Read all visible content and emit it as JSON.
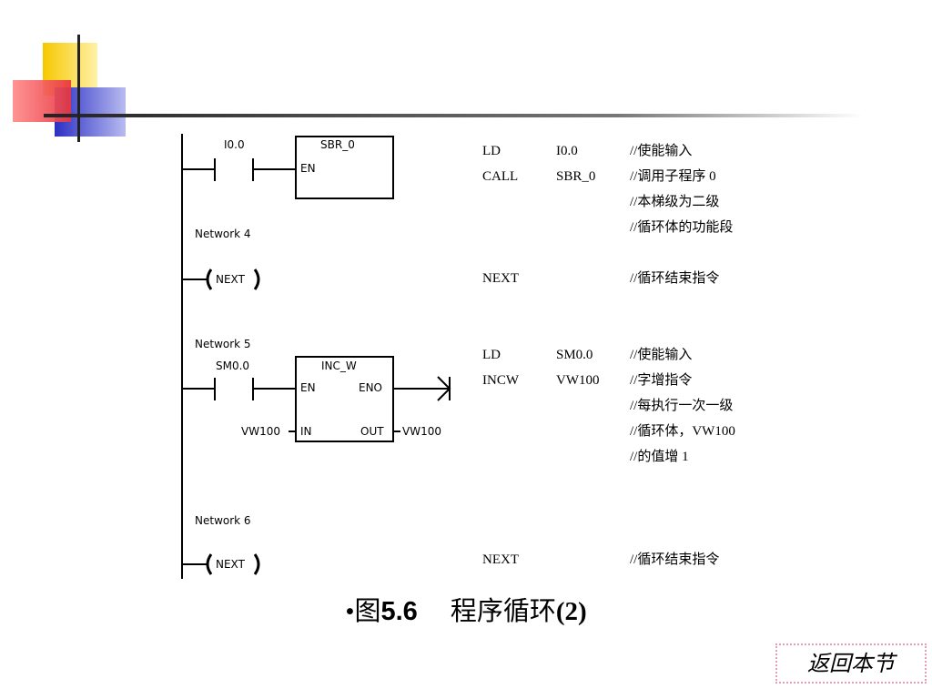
{
  "ladder": {
    "rung3": {
      "contact_label": "I0.0",
      "box_title": "SBR_0",
      "en": "EN"
    },
    "network4": {
      "label": "Network 4",
      "coil": "NEXT"
    },
    "network5": {
      "label": "Network 5",
      "contact_label": "SM0.0",
      "box_title": "INC_W",
      "en": "EN",
      "eno": "ENO",
      "in_pin": "IN",
      "out_pin": "OUT",
      "in_operand": "VW100",
      "out_operand": "VW100"
    },
    "network6": {
      "label": "Network 6",
      "coil": "NEXT"
    }
  },
  "il_rows": [
    {
      "op": "LD",
      "operand": "I0.0",
      "comment": "//使能输入"
    },
    {
      "op": "CALL",
      "operand": "SBR_0",
      "comment": "//调用子程序 0"
    },
    {
      "op": "",
      "operand": "",
      "comment": "//本梯级为二级"
    },
    {
      "op": "",
      "operand": "",
      "comment": "//循环体的功能段"
    },
    {
      "op": "NEXT",
      "operand": "",
      "comment": "//循环结束指令"
    },
    {
      "op": "LD",
      "operand": "SM0.0",
      "comment": "//使能输入"
    },
    {
      "op": "INCW",
      "operand": "VW100",
      "comment": "//字增指令"
    },
    {
      "op": "",
      "operand": "",
      "comment": "//每执行一次一级"
    },
    {
      "op": "",
      "operand": "",
      "comment": "//循环体，VW100"
    },
    {
      "op": "",
      "operand": "",
      "comment": "//的值增 1"
    },
    {
      "op": "NEXT",
      "operand": "",
      "comment": "//循环结束指令"
    }
  ],
  "caption": {
    "bullet": "•",
    "prefix": "图",
    "number": "5.6",
    "title": "程序循环",
    "suffix": "(2)"
  },
  "return_link": "返回本节",
  "colors": {
    "deco_yellow": "#f7c800",
    "deco_red": "#e8343c",
    "deco_blue": "#2b2fc4",
    "rule": "#333333",
    "return_border": "#e8a0b4"
  }
}
